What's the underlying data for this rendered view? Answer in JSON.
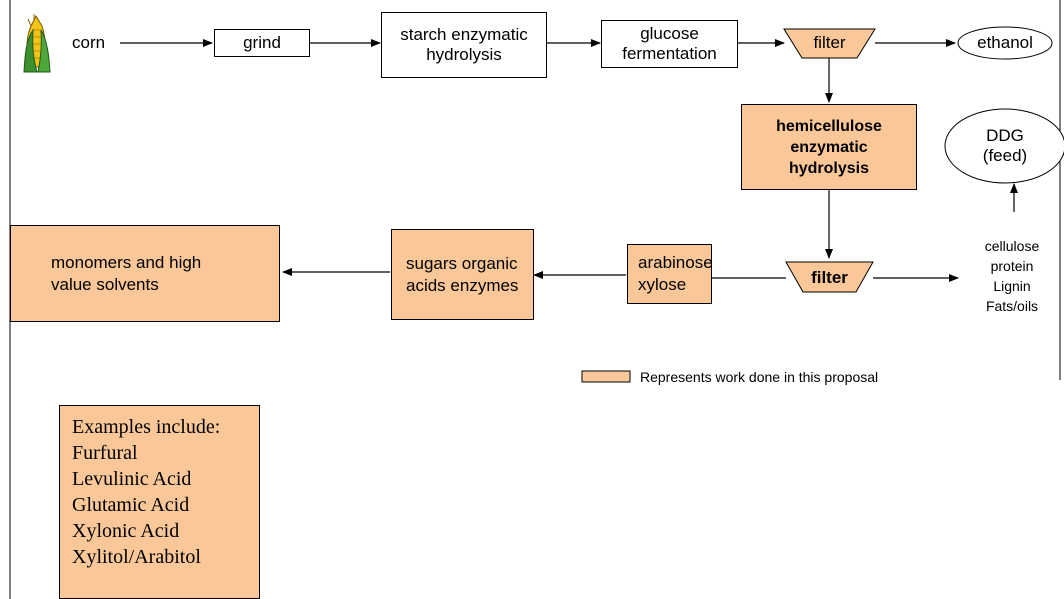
{
  "diagram": {
    "nodes": {
      "corn": "corn",
      "grind": "grind",
      "starch_hydrolysis": "starch enzymatic hydrolysis",
      "glucose_fermentation": "glucose fermentation",
      "filter_top": "filter",
      "ethanol": "ethanol",
      "hemicellulose_hydrolysis": "hemicellulose enzymatic hydrolysis",
      "ddg": "DDG (feed)",
      "residue": "cellulose protein Lignin Fats/oils",
      "filter_bottom": "filter",
      "arabinose_xylose": "arabinose xylose",
      "sugars_acids_enzymes": "sugars organic acids enzymes",
      "monomers_solvents": "monomers and high value solvents"
    },
    "legend": {
      "label": "Represents work done in this proposal",
      "color": "#fac898"
    },
    "examples": {
      "title": "Examples include:",
      "items": [
        "Furfural",
        "Levulinic Acid",
        "Glutamic Acid",
        "Xylonic Acid",
        "Xylitol/Arabitol"
      ]
    },
    "icons": {
      "corn": "corn-icon"
    },
    "colors": {
      "highlight": "#fac898",
      "line": "#000000"
    }
  }
}
